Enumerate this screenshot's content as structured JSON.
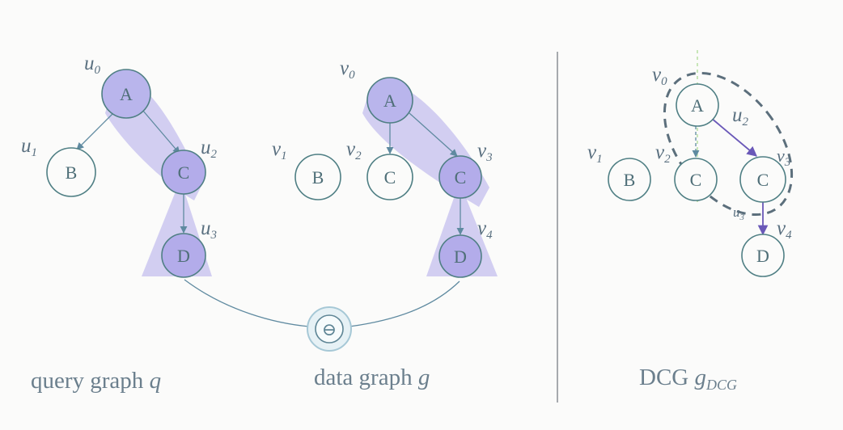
{
  "panels": {
    "query": {
      "caption": "query graph",
      "caption_var": "q",
      "nodes": [
        {
          "id": "u0",
          "label": "A",
          "var": "u",
          "sub": "0"
        },
        {
          "id": "u1",
          "label": "B",
          "var": "u",
          "sub": "1"
        },
        {
          "id": "u2",
          "label": "C",
          "var": "u",
          "sub": "2"
        },
        {
          "id": "u3",
          "label": "D",
          "var": "u",
          "sub": "3"
        }
      ]
    },
    "data": {
      "caption": "data graph",
      "caption_var": "g",
      "nodes": [
        {
          "id": "v0",
          "label": "A",
          "var": "v",
          "sub": "0"
        },
        {
          "id": "v1",
          "label": "B",
          "var": "v",
          "sub": "1"
        },
        {
          "id": "v2",
          "label": "C",
          "var": "v",
          "sub": "2"
        },
        {
          "id": "v3",
          "label": "C",
          "var": "v",
          "sub": "3"
        },
        {
          "id": "v4",
          "label": "D",
          "var": "v",
          "sub": "4"
        }
      ]
    },
    "dcg": {
      "caption": "DCG",
      "caption_var": "g",
      "caption_sub": "DCG",
      "nodes": [
        {
          "id": "d_v0",
          "label": "A",
          "var": "v",
          "sub": "0"
        },
        {
          "id": "d_v1",
          "label": "B",
          "var": "v",
          "sub": "1"
        },
        {
          "id": "d_v2",
          "label": "C",
          "var": "v",
          "sub": "2"
        },
        {
          "id": "d_v3",
          "label": "C",
          "var": "v",
          "sub": "3"
        },
        {
          "id": "d_v4",
          "label": "D",
          "var": "v",
          "sub": "4"
        }
      ],
      "edge_labels": [
        {
          "var": "u",
          "sub": "2"
        },
        {
          "var": "u",
          "sub": "3"
        }
      ]
    }
  },
  "match_symbol": "⊖",
  "colors": {
    "node_stroke": "#4f7f84",
    "highlight": "#7c6fe0",
    "dcg_edge": "#6a58b8",
    "divider": "#8a8f95"
  }
}
